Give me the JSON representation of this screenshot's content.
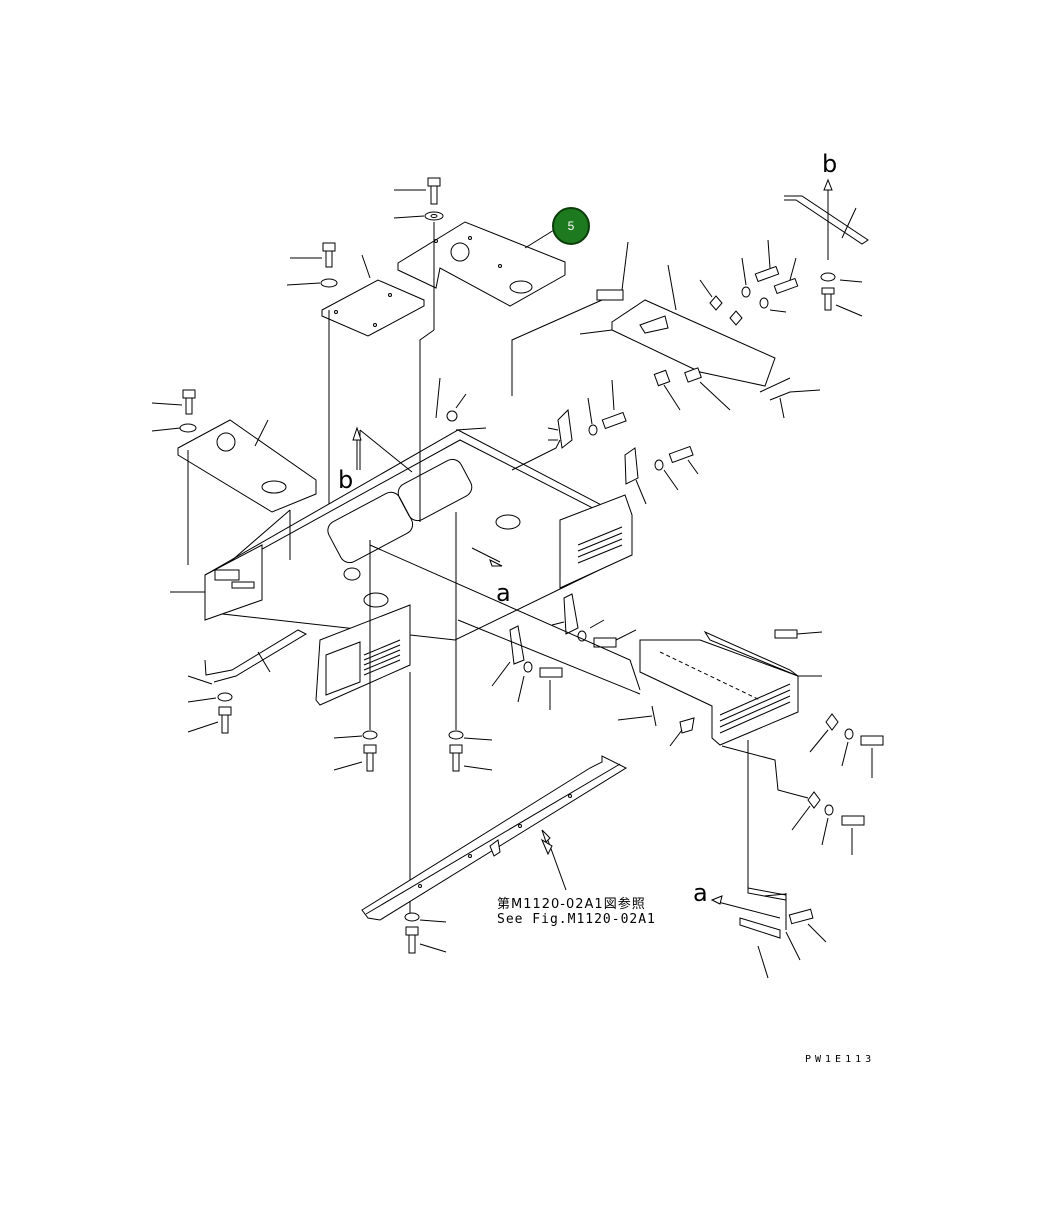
{
  "callout": {
    "number": "5",
    "color": "#1e7a1e"
  },
  "notes": {
    "jp": "第M1120-02A1図参照",
    "en": "See Fig.M1120-02A1"
  },
  "drawing_code": "PW1E113",
  "view_marks": {
    "a": "a",
    "b": "b"
  }
}
